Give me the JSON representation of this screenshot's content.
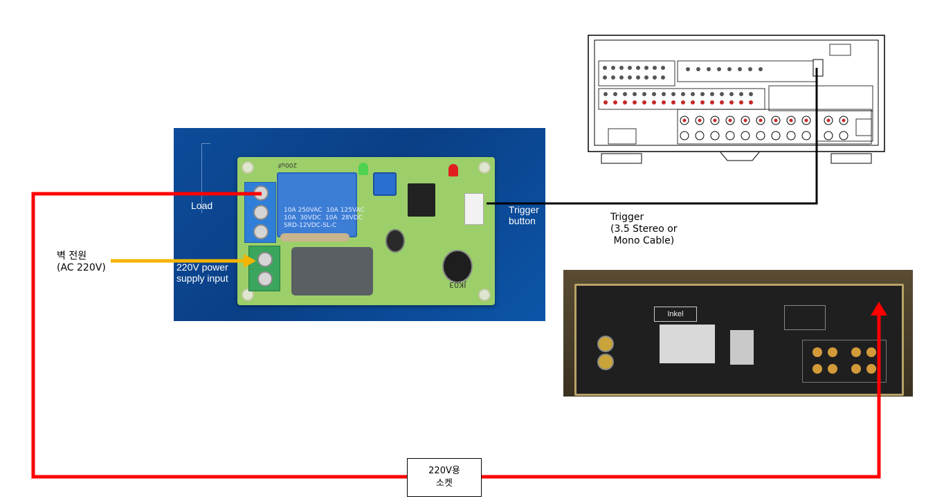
{
  "wall_power": {
    "line1": "벽 전원",
    "line2": "(AC 220V)"
  },
  "board": {
    "load_label": "Load",
    "trigger_label": "Trigger\nbutton",
    "power_label": "220V power\nsupply input",
    "relay_text": "10A 250VAC  10A 125VAC\n10A  30VDC  10A  28VDC\nSRD-12VDC-SL-C",
    "board_code": "JK03",
    "silkscreen_top": "200uF"
  },
  "trigger_cable": {
    "line1": "Trigger",
    "line2": "(3.5 Stereo or",
    "line3": " Mono Cable)"
  },
  "socket": {
    "line1": "220V용",
    "line2": "소켓"
  },
  "amp": {
    "brand": "Inkel"
  },
  "colors": {
    "power_wire": "#ff0000",
    "trigger_wire": "#000000",
    "wall_arrow": "#f5b400"
  }
}
